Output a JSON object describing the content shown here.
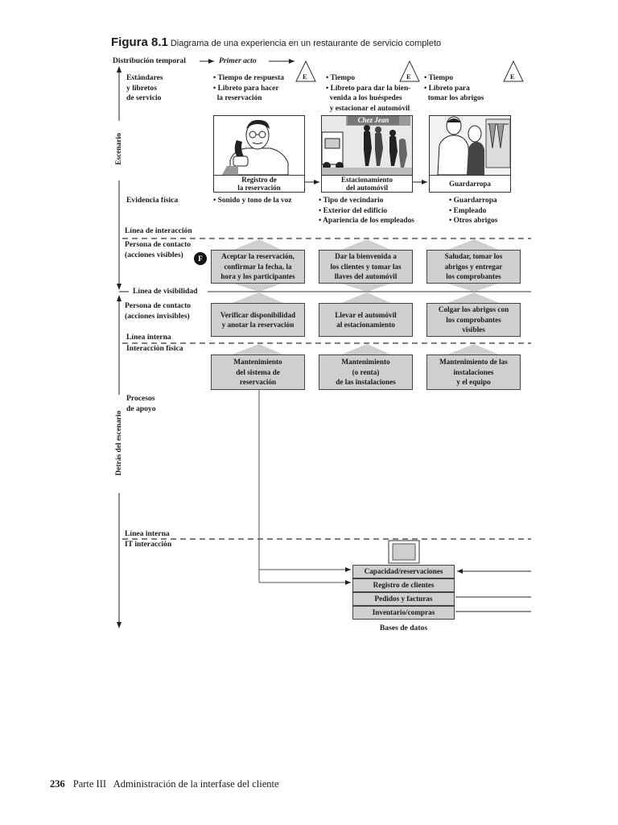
{
  "figure": {
    "number": "Figura 8.1",
    "caption": "Diagrama de una experiencia en un restaurante de servicio completo"
  },
  "header": {
    "time_distribution": "Distribución temporal",
    "first_act": "Primer acto"
  },
  "sections": {
    "onstage": "Escenario",
    "backstage": "Detrás del escenario"
  },
  "rows": {
    "standards": "Estándares\ny libretos\nde servicio",
    "physical_evidence": "Evidencia física",
    "line_interaction": "Línea de interacción",
    "contact_visible": "Persona de contacto\n(acciones visibles)",
    "line_visibility": "Línea de visibilidad",
    "contact_invisible": "Persona de contacto\n(acciones invisibles)",
    "internal_line_1": "Línea interna",
    "physical_interaction": "Interacción física",
    "support_processes": "Procesos\nde apoyo",
    "internal_line_2": "Línea interna",
    "it_interaction": "IT interacción"
  },
  "fail_marker": "F",
  "wait_marker": "E",
  "columns": [
    {
      "standards": "• Tiempo de respuesta\n• Libreto para hacer\n  la reservación",
      "scene_caption": "Registro de\nla reservación",
      "evidence": "• Sonido y tono de la voz",
      "visible_action": "Aceptar la reservación,\nconfirmar la fecha, la\nhora y los participantes",
      "invisible_action": "Verificar disponibilidad\ny anotar la reservación",
      "support": "Mantenimiento\ndel sistema de\nreservación"
    },
    {
      "standards": "• Tiempo\n• Libreto para dar la bien-\n  venida a los huéspedes\n  y estacionar el automóvil",
      "scene_sign": "Chez Jean",
      "scene_caption": "Estacionamiento\ndel automóvil",
      "evidence": "• Tipo de vecindario\n• Exterior del edificio\n• Apariencia de los empleados",
      "visible_action": "Dar la bienvenida a\nlos clientes y tomar las\nllaves del automóvil",
      "invisible_action": "Llevar el automóvil\nal estacionamiento",
      "support": "Mantenimiento\n(o renta)\nde las instalaciones"
    },
    {
      "standards": "• Tiempo\n• Libreto para\n  tomar los abrigos",
      "scene_caption": "Guardarropa",
      "evidence": "• Guardarropa\n• Empleado\n• Otros abrigos",
      "visible_action": "Saludar, tomar los\nabrigos y entregar\nlos comprobantes",
      "invisible_action": "Colgar los abrigos con\nlos comprobantes\nvisibles",
      "support": "Mantenimiento de las\ninstalaciones\ny el equipo"
    }
  ],
  "databases": {
    "items": [
      "Capacidad/reservaciones",
      "Registro de clientes",
      "Pedidos y facturas",
      "Inventario/compras"
    ],
    "label": "Bases de datos"
  },
  "footer": {
    "page_number": "236",
    "section": "Parte III   Administración de la interfase del cliente"
  }
}
